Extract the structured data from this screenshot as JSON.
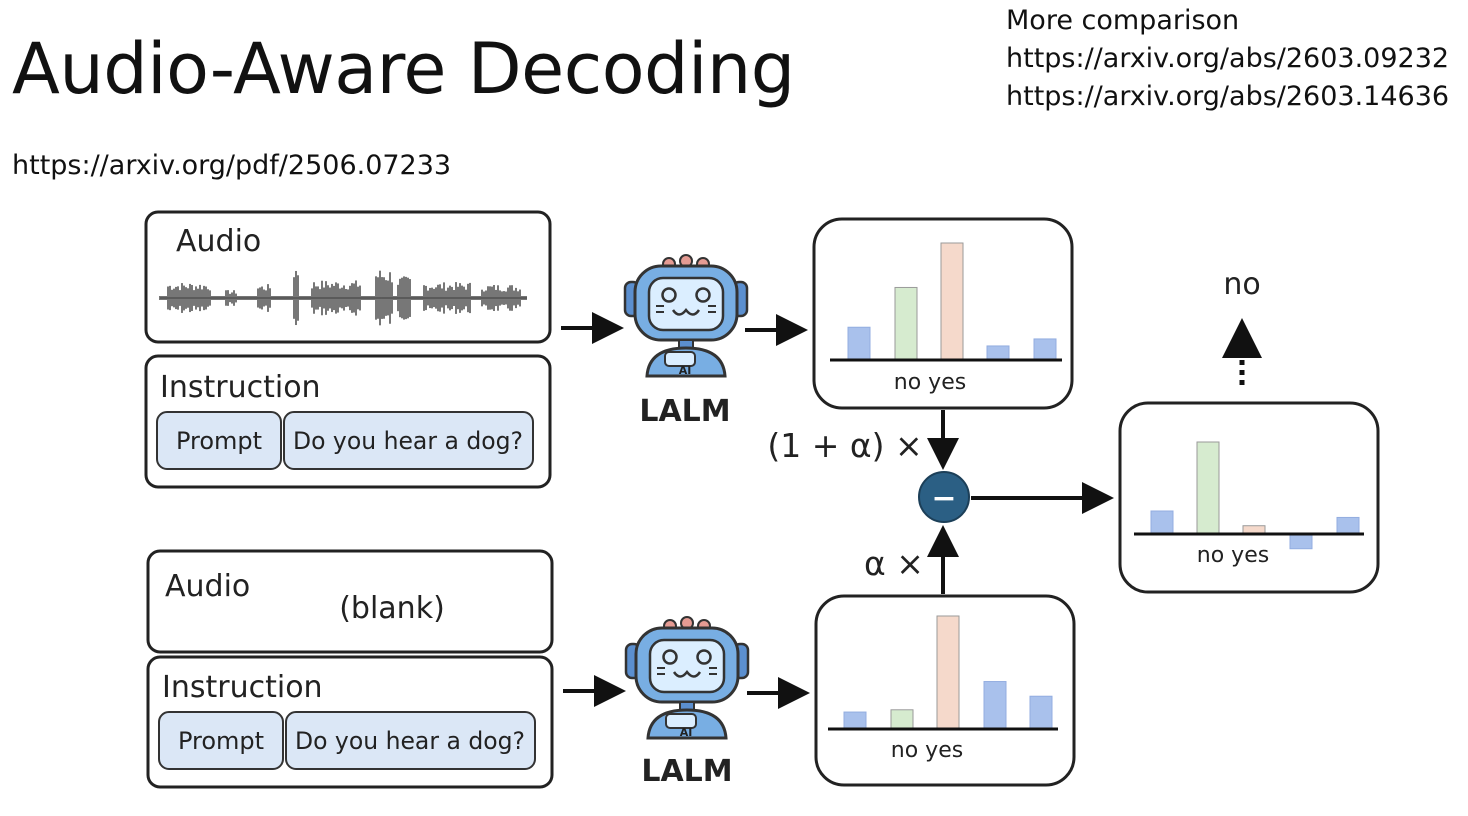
{
  "slide": {
    "title": "Audio-Aware Decoding",
    "source_link": "https://arxiv.org/pdf/2506.07233",
    "comparison": {
      "heading": "More comparison",
      "links": [
        "https://arxiv.org/abs/2603.09232",
        "https://arxiv.org/abs/2603.14636"
      ]
    }
  },
  "diagram": {
    "top_input": {
      "audio_label": "Audio",
      "instruction_label": "Instruction",
      "prompt_label": "Prompt",
      "question": "Do you hear a dog?"
    },
    "bottom_input": {
      "audio_label": "Audio",
      "audio_value": "(blank)",
      "instruction_label": "Instruction",
      "prompt_label": "Prompt",
      "question": "Do you hear a dog?"
    },
    "model": {
      "name": "LALM",
      "badge": "AI"
    },
    "top_coefficient": "(1 + α) ×",
    "bottom_coefficient": "α ×",
    "operator_symbol": "−",
    "output_token": "no",
    "top_distribution": {
      "axis_label": "no yes",
      "bars": [
        {
          "level": 0.28,
          "color": "#a9c1ec"
        },
        {
          "level": 0.62,
          "color": "#d6ebcf"
        },
        {
          "level": 1.0,
          "color": "#f5d9cb"
        },
        {
          "level": 0.12,
          "color": "#a9c1ec"
        },
        {
          "level": 0.18,
          "color": "#a9c1ec"
        }
      ]
    },
    "bottom_distribution": {
      "axis_label": "no yes",
      "bars": [
        {
          "level": 0.15,
          "color": "#a9c1ec"
        },
        {
          "level": 0.17,
          "color": "#d6ebcf"
        },
        {
          "level": 1.0,
          "color": "#f5d9cb"
        },
        {
          "level": 0.42,
          "color": "#a9c1ec"
        },
        {
          "level": 0.29,
          "color": "#a9c1ec"
        }
      ]
    },
    "result_distribution": {
      "axis_label": "no yes",
      "bars": [
        {
          "level": 0.25,
          "color": "#a9c1ec"
        },
        {
          "level": 1.0,
          "color": "#d6ebcf"
        },
        {
          "level": 0.09,
          "color": "#f5d9cb"
        },
        {
          "level": -0.16,
          "color": "#a9c1ec"
        },
        {
          "level": 0.18,
          "color": "#a9c1ec"
        }
      ]
    }
  }
}
